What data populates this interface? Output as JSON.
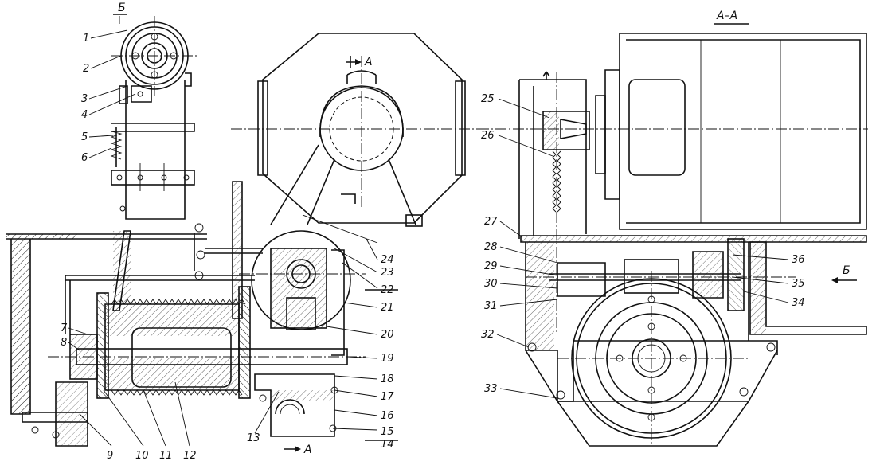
{
  "view_labels": {
    "view_b_top": "Б",
    "section_aa": "А–А",
    "view_b_right": "Б",
    "section_mark_top": "А",
    "section_mark_bottom": "А"
  },
  "part_labels": {
    "p1": "1",
    "p2": "2",
    "p3": "3",
    "p4": "4",
    "p5": "5",
    "p6": "6",
    "p7": "7",
    "p8": "8",
    "p9": "9",
    "p10": "10",
    "p11": "11",
    "p12": "12",
    "p13": "13",
    "p14": "14",
    "p15": "15",
    "p16": "16",
    "p17": "17",
    "p18": "18",
    "p19": "19",
    "p20": "20",
    "p21": "21",
    "p22": "22",
    "p23": "23",
    "p24": "24",
    "p25": "25",
    "p26": "26",
    "p27": "27",
    "p28": "28",
    "p29": "29",
    "p30": "30",
    "p31": "31",
    "p32": "32",
    "p33": "33",
    "p34": "34",
    "p35": "35",
    "p36": "36"
  }
}
